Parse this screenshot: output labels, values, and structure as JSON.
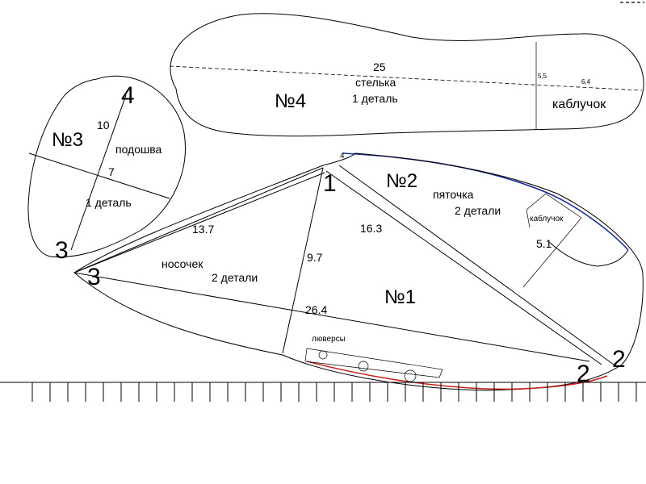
{
  "pieces": {
    "p4": {
      "number": "№4",
      "name": "стелька",
      "count": "1 деталь",
      "length": "25",
      "heel_label": "каблучок",
      "mark_a": "5,5",
      "mark_b": "6,4"
    },
    "p3": {
      "number": "№3",
      "name": "подошва",
      "count": "1 деталь",
      "dim_a": "10",
      "dim_b": "7"
    },
    "p2": {
      "number": "№2",
      "name": "пяточка",
      "count": "2 детали",
      "heel_label": "каблучок",
      "dim": "5.1",
      "corner_mark": "4"
    },
    "p1": {
      "number": "№1",
      "name": "носочек",
      "count": "2 детали",
      "dim_a": "13.7",
      "dim_b": "9.7",
      "dim_c": "16.3",
      "dim_d": "26.4",
      "eyelets": "люверсы"
    }
  },
  "points": {
    "p1": "1",
    "p2a": "2",
    "p2b": "2",
    "p3a": "3",
    "p3b": "3",
    "p4": "4"
  },
  "colors": {
    "outline": "#000000",
    "blue_edge": "#1a2f9a",
    "red_edge": "#c8201e"
  }
}
